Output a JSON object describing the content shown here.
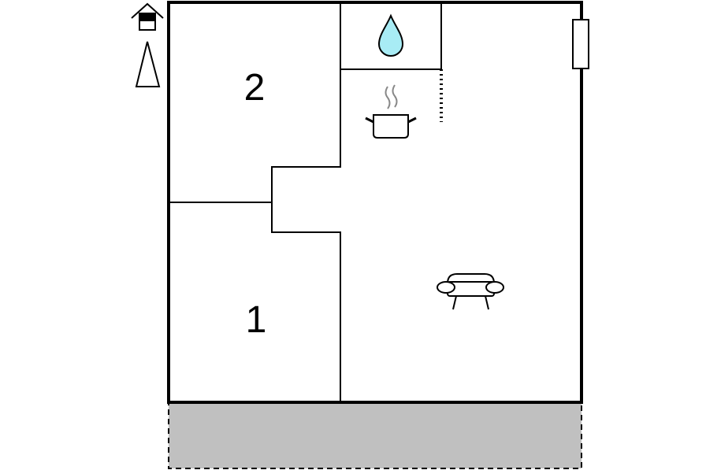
{
  "rooms": [
    {
      "id": "bedroom-2",
      "label": "2"
    },
    {
      "id": "bedroom-1",
      "label": "1"
    }
  ],
  "icons": {
    "compass": "house-north-arrow-icon",
    "bathroom": "water-drop-icon",
    "kitchen": "cooking-pot-icon",
    "living": "sofa-icon",
    "window": "window-icon",
    "stairs": "stairs-icon"
  },
  "colors": {
    "wall": "#000000",
    "water": "#a8ecf5",
    "terrace": "#c0c0c0",
    "steam": "#888888"
  }
}
